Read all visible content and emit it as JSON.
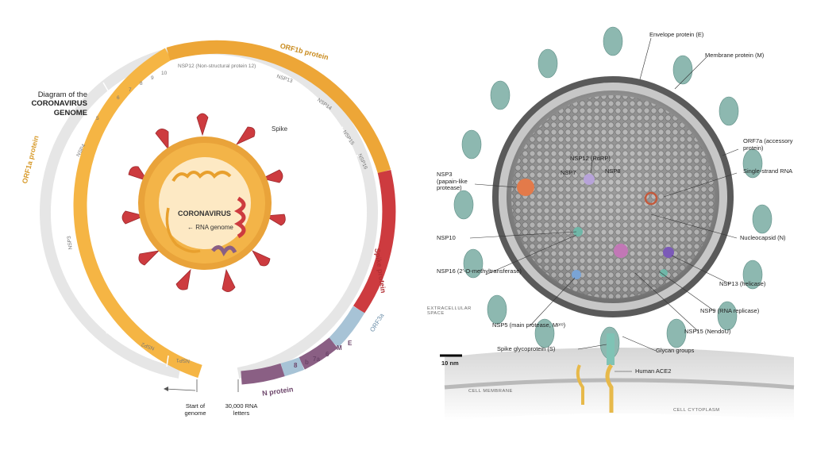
{
  "genome": {
    "title": "Diagram of the",
    "title_bold": "CORONAVIRUS GENOME",
    "orf1a_label": "ORF1a protein",
    "orf1b_label": "ORF1b protein",
    "spike_label": "Spike protein",
    "n_label": "N protein",
    "segments": {
      "nsp12": "NSP12 (Non-structural protein 12)",
      "nsp13": "NSP13",
      "nsp14": "NSP14",
      "nsp15": "NSP15",
      "nsp16": "NSP16",
      "nsp4": "NSP4",
      "nsp3": "NSP3",
      "nsp2": "NSP2",
      "nsp1": "NSP1",
      "n5": "5",
      "n6": "6",
      "n7": "7",
      "n8": "8",
      "n9": "9",
      "n10": "10"
    },
    "small_genes": {
      "orf3a": "ORF3a",
      "e": "E",
      "m": "M",
      "g6": "6",
      "g7a": "7a",
      "g7b": "b",
      "g8": "8"
    },
    "center_title": "CORONAVIRUS",
    "rna_genome": "← RNA genome",
    "spike": "Spike",
    "start_label": "Start of genome",
    "end_label": "30,000 RNA letters",
    "colors": {
      "orf1a": "#f5b544",
      "orf1b": "#eda637",
      "spike": "#cd3b3f",
      "n_protein": "#8a5f84",
      "light_blue": "#a7c3d6",
      "grey_track": "#e8e8e8"
    }
  },
  "virion": {
    "labels": {
      "envelope": "Envelope protein (E)",
      "membrane": "Membrane protein (M)",
      "orf7a": "ORF7a (accessory protein)",
      "ssrna": "Single-strand RNA",
      "nucleocapsid": "Nucleocapsid (N)",
      "nsp13": "NSP13 (helicase)",
      "nsp9": "NSP9 (RNA replicase)",
      "nsp15": "NSP15 (NendoU)",
      "glycan": "Glycan groups",
      "ace2": "Human ACE2",
      "spike_gp": "Spike glycoprotein (S)",
      "nsp5": "NSP5 (main protease, Mᵖʳᵒ)",
      "nsp16": "NSP16 (2′-O-methyltransferase)",
      "nsp10": "NSP10",
      "nsp3": "NSP3 (papain-like protease)",
      "nsp12": "NSP12 (RdRP)",
      "nsp7": "NSP7",
      "nsp8": "NSP8",
      "extracellular": "EXTRACELLULAR SPACE",
      "cell_membrane": "CELL MEMBRANE",
      "cytoplasm": "CELL CYTOPLASM",
      "scale": "10 nm"
    }
  }
}
